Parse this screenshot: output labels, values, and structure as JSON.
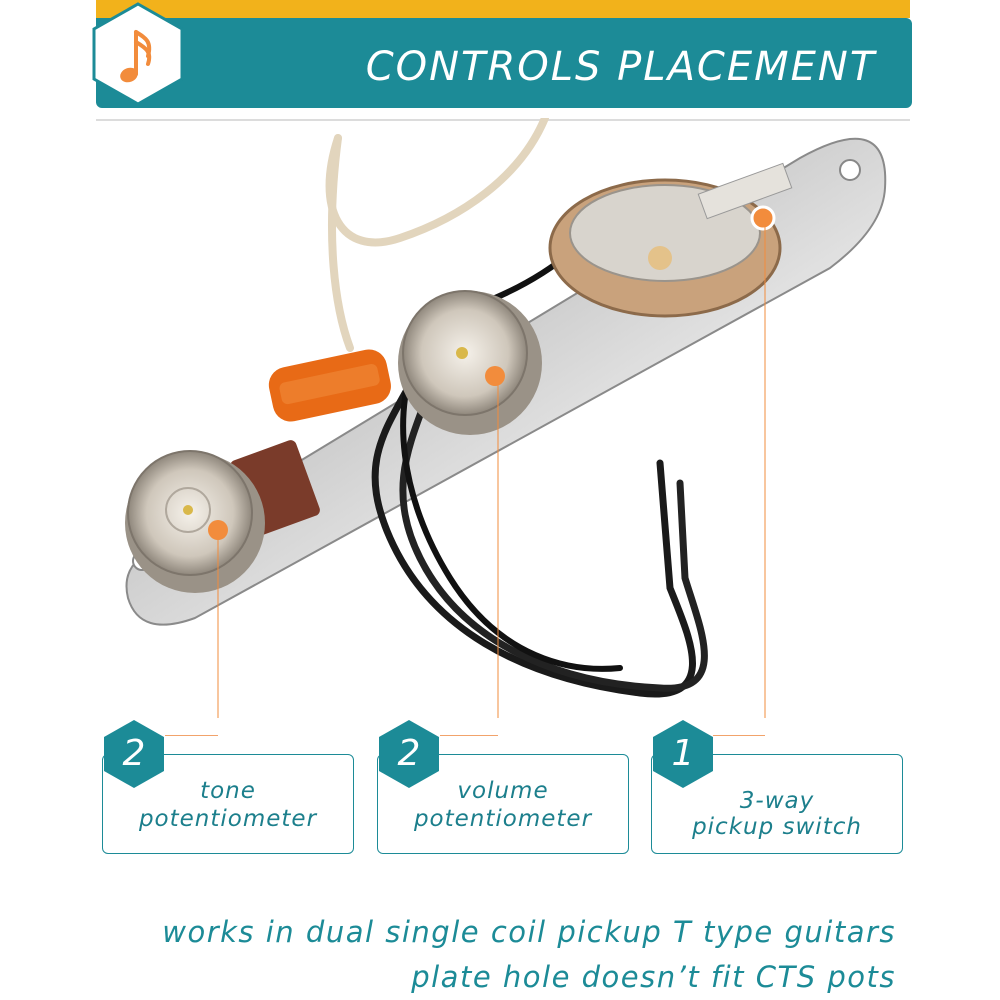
{
  "header": {
    "title": "CONTROLS PLACEMENT",
    "logo_icon": "music-note-icon"
  },
  "callouts": [
    {
      "count": "2",
      "label_line1": "tone",
      "label_line2": "potentiometer"
    },
    {
      "count": "2",
      "label_line1": "volume",
      "label_line2": "potentiometer"
    },
    {
      "count": "1",
      "label_line1": "3-way",
      "label_line2": "pickup switch"
    }
  ],
  "notes": {
    "line1": "works in dual single coil pickup T type guitars",
    "line2": "plate hole doesn’t fit CTS pots"
  },
  "colors": {
    "teal": "#1c8b97",
    "gold": "#f2b21b",
    "marker_orange": "#f28c3c"
  }
}
